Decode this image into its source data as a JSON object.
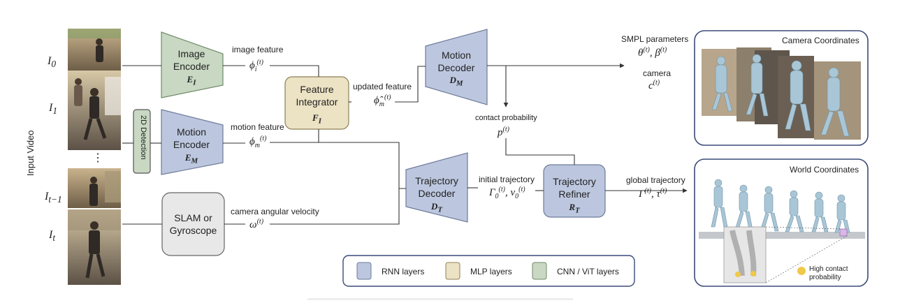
{
  "input": {
    "side_label": "Input Video",
    "frames": [
      {
        "label_base": "I",
        "label_sub": "0"
      },
      {
        "label_base": "I",
        "label_sub": "1"
      },
      {
        "label_base": "I",
        "label_sub": "t−1"
      },
      {
        "label_base": "I",
        "label_sub": "t"
      }
    ],
    "ellipsis": "⋮",
    "detection_label": "2D Detection"
  },
  "modules": {
    "image_encoder": {
      "line1": "Image",
      "line2": "Encoder",
      "sym": "E",
      "sub": "I",
      "type": "CNN / ViT"
    },
    "motion_encoder": {
      "line1": "Motion",
      "line2": "Encoder",
      "sym": "E",
      "sub": "M",
      "type": "RNN"
    },
    "slam": {
      "line1": "SLAM or",
      "line2": "Gyroscope"
    },
    "feature_integrator": {
      "line1": "Feature",
      "line2": "Integrator",
      "sym": "F",
      "sub": "I",
      "type": "MLP"
    },
    "motion_decoder": {
      "line1": "Motion",
      "line2": "Decoder",
      "sym": "D",
      "sub": "M",
      "type": "RNN"
    },
    "trajectory_decoder": {
      "line1": "Trajectory",
      "line2": "Decoder",
      "sym": "D",
      "sub": "T",
      "type": "RNN"
    },
    "trajectory_refiner": {
      "line1": "Trajectory",
      "line2": "Refiner",
      "sym": "R",
      "sub": "T",
      "type": "RNN"
    }
  },
  "signals": {
    "image_feature": {
      "label": "image feature",
      "base": "ϕ",
      "sub": "i",
      "sup": "(t)"
    },
    "motion_feature": {
      "label": "motion feature",
      "base": "ϕ",
      "sub": "m",
      "sup": "(t)"
    },
    "camera_angular_velocity": {
      "label": "camera angular velocity",
      "base": "ω",
      "sup": "(t)"
    },
    "updated_feature": {
      "label": "updated feature",
      "base": "ϕ̂",
      "sub": "m",
      "sup": "(t)"
    },
    "contact_probability": {
      "label": "contact probability",
      "base": "p",
      "sup": "(t)"
    },
    "initial_trajectory": {
      "label": "initial trajectory",
      "expr_a": "Γ",
      "expr_a_sub": "0",
      "expr_a_sup": "(t)",
      "expr_b": "ν",
      "expr_b_sub": "0",
      "expr_b_sup": "(t)"
    },
    "global_trajectory": {
      "label": "global trajectory",
      "expr_a": "Γ",
      "expr_a_sup": "(t)",
      "expr_b": "τ",
      "expr_b_sup": "(t)"
    }
  },
  "outputs": {
    "smpl": {
      "label": "SMPL parameters",
      "expr_a": "θ",
      "expr_a_sup": "(t)",
      "expr_b": "β",
      "expr_b_sup": "(t)"
    },
    "camera": {
      "label": "camera",
      "base": "c",
      "sup": "(t)"
    },
    "camera_panel_title": "Camera Coordinates",
    "world_panel_title": "World Coordinates",
    "contact_legend": "High contact probability"
  },
  "legend": {
    "items": [
      {
        "label": "RNN layers",
        "color": "#bcc7df"
      },
      {
        "label": "MLP layers",
        "color": "#ece2c4"
      },
      {
        "label": "CNN / ViT layers",
        "color": "#c8d8c3"
      }
    ]
  },
  "colors": {
    "rnn_fill": "#bcc7df",
    "rnn_stroke": "#6e7a99",
    "mlp_fill": "#ece2c4",
    "mlp_stroke": "#8c8157",
    "cnn_fill": "#c8d8c3",
    "cnn_stroke": "#6f8a68",
    "slam_fill": "#e8e8e8",
    "slam_stroke": "#666666",
    "panel_border": "#3b4a78",
    "contact_dot": "#f0c84a",
    "mesh": "#a9c6d6"
  }
}
